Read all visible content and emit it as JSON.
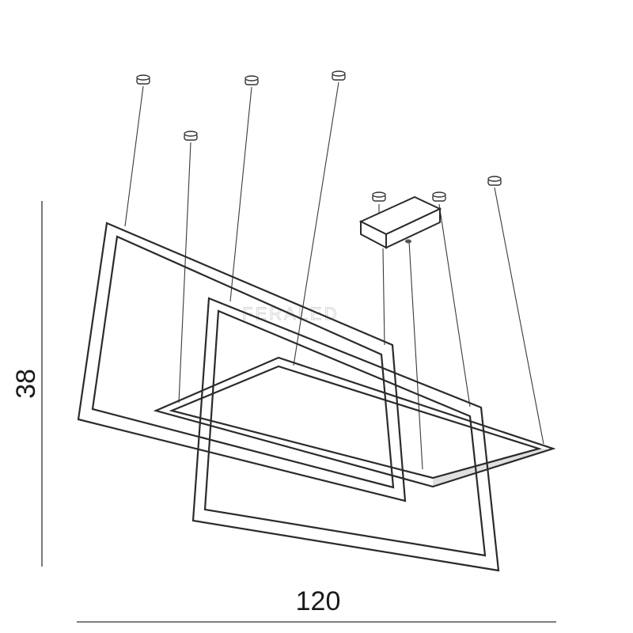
{
  "dimensions": {
    "height_value": "38",
    "width_value": "120"
  },
  "watermark": {
    "text": "FERALED"
  },
  "colors": {
    "line": "#2b2b2b",
    "background": "#ffffff",
    "watermark": "#cfcfcf"
  }
}
